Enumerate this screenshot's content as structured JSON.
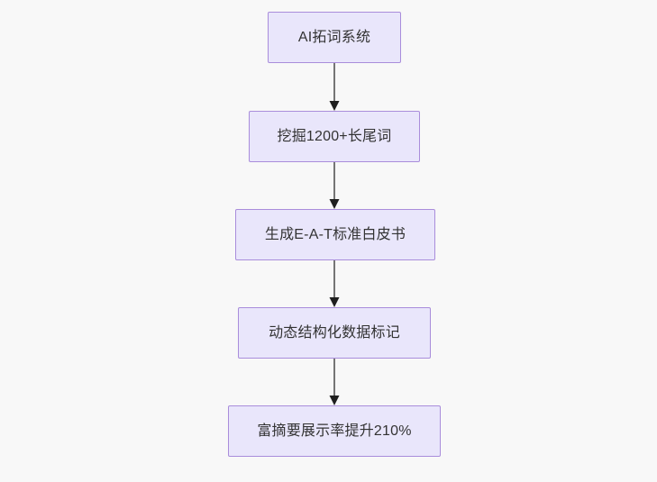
{
  "diagram": {
    "title": "AI SEO content pipeline flowchart",
    "orientation": "top-to-bottom",
    "background_color": "#f8f8f8",
    "node_fill_color": "#e9e6fb",
    "node_border_color": "#a98ddb",
    "node_text_color": "#333333",
    "edge_color": "#757575",
    "arrowhead_color": "#1f1f1f",
    "nodes": [
      {
        "id": "n1",
        "label": "AI拓词系统"
      },
      {
        "id": "n2",
        "label": "挖掘1200+长尾词"
      },
      {
        "id": "n3",
        "label": "生成E-A-T标准白皮书"
      },
      {
        "id": "n4",
        "label": "动态结构化数据标记"
      },
      {
        "id": "n5",
        "label": "富摘要展示率提升210%"
      }
    ],
    "edges": [
      {
        "id": "e1",
        "from": "n1",
        "to": "n2",
        "label": ""
      },
      {
        "id": "e2",
        "from": "n2",
        "to": "n3",
        "label": ""
      },
      {
        "id": "e3",
        "from": "n3",
        "to": "n4",
        "label": ""
      },
      {
        "id": "e4",
        "from": "n4",
        "to": "n5",
        "label": ""
      }
    ]
  }
}
